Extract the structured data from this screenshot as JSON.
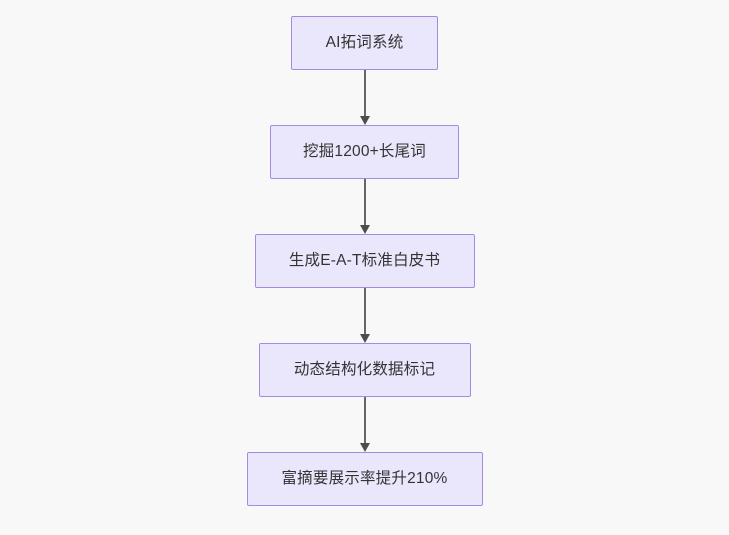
{
  "diagram": {
    "type": "flowchart",
    "direction": "top-to-bottom",
    "title": "",
    "background_color": "#f8f8f8",
    "node_fill_color": "#eae6fb",
    "node_border_color": "#a58ae0",
    "node_text_color": "#333333",
    "connector_color": "#666666",
    "arrowhead_color": "#4d4d4d",
    "nodes": [
      {
        "id": "n1",
        "label": "AI拓词系统"
      },
      {
        "id": "n2",
        "label": "挖掘1200+长尾词"
      },
      {
        "id": "n3",
        "label": "生成E-A-T标准白皮书"
      },
      {
        "id": "n4",
        "label": "动态结构化数据标记"
      },
      {
        "id": "n5",
        "label": "富摘要展示率提升210%"
      }
    ],
    "edges": [
      {
        "id": "e1",
        "from": "n1",
        "to": "n2",
        "label": ""
      },
      {
        "id": "e2",
        "from": "n2",
        "to": "n3",
        "label": ""
      },
      {
        "id": "e3",
        "from": "n3",
        "to": "n4",
        "label": ""
      },
      {
        "id": "e4",
        "from": "n4",
        "to": "n5",
        "label": ""
      }
    ]
  }
}
